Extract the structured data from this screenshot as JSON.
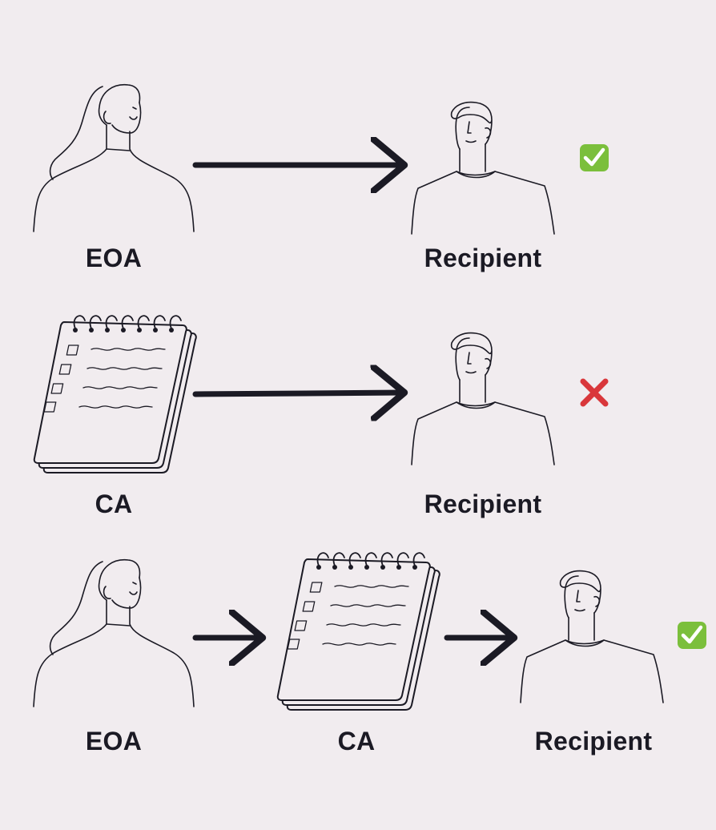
{
  "rows": [
    {
      "nodes": [
        {
          "kind": "person-woman",
          "label": "EOA"
        },
        {
          "kind": "person-man",
          "label": "Recipient"
        }
      ],
      "result": "check",
      "result_color": "#7bbf3c"
    },
    {
      "nodes": [
        {
          "kind": "notepad",
          "label": "CA"
        },
        {
          "kind": "person-man",
          "label": "Recipient"
        }
      ],
      "result": "cross",
      "result_color": "#d9373b"
    },
    {
      "nodes": [
        {
          "kind": "person-woman",
          "label": "EOA"
        },
        {
          "kind": "notepad",
          "label": "CA"
        },
        {
          "kind": "person-man",
          "label": "Recipient"
        }
      ],
      "result": "check",
      "result_color": "#7bbf3c"
    }
  ],
  "colors": {
    "background": "#f1ecef",
    "ink": "#1b1a24"
  }
}
